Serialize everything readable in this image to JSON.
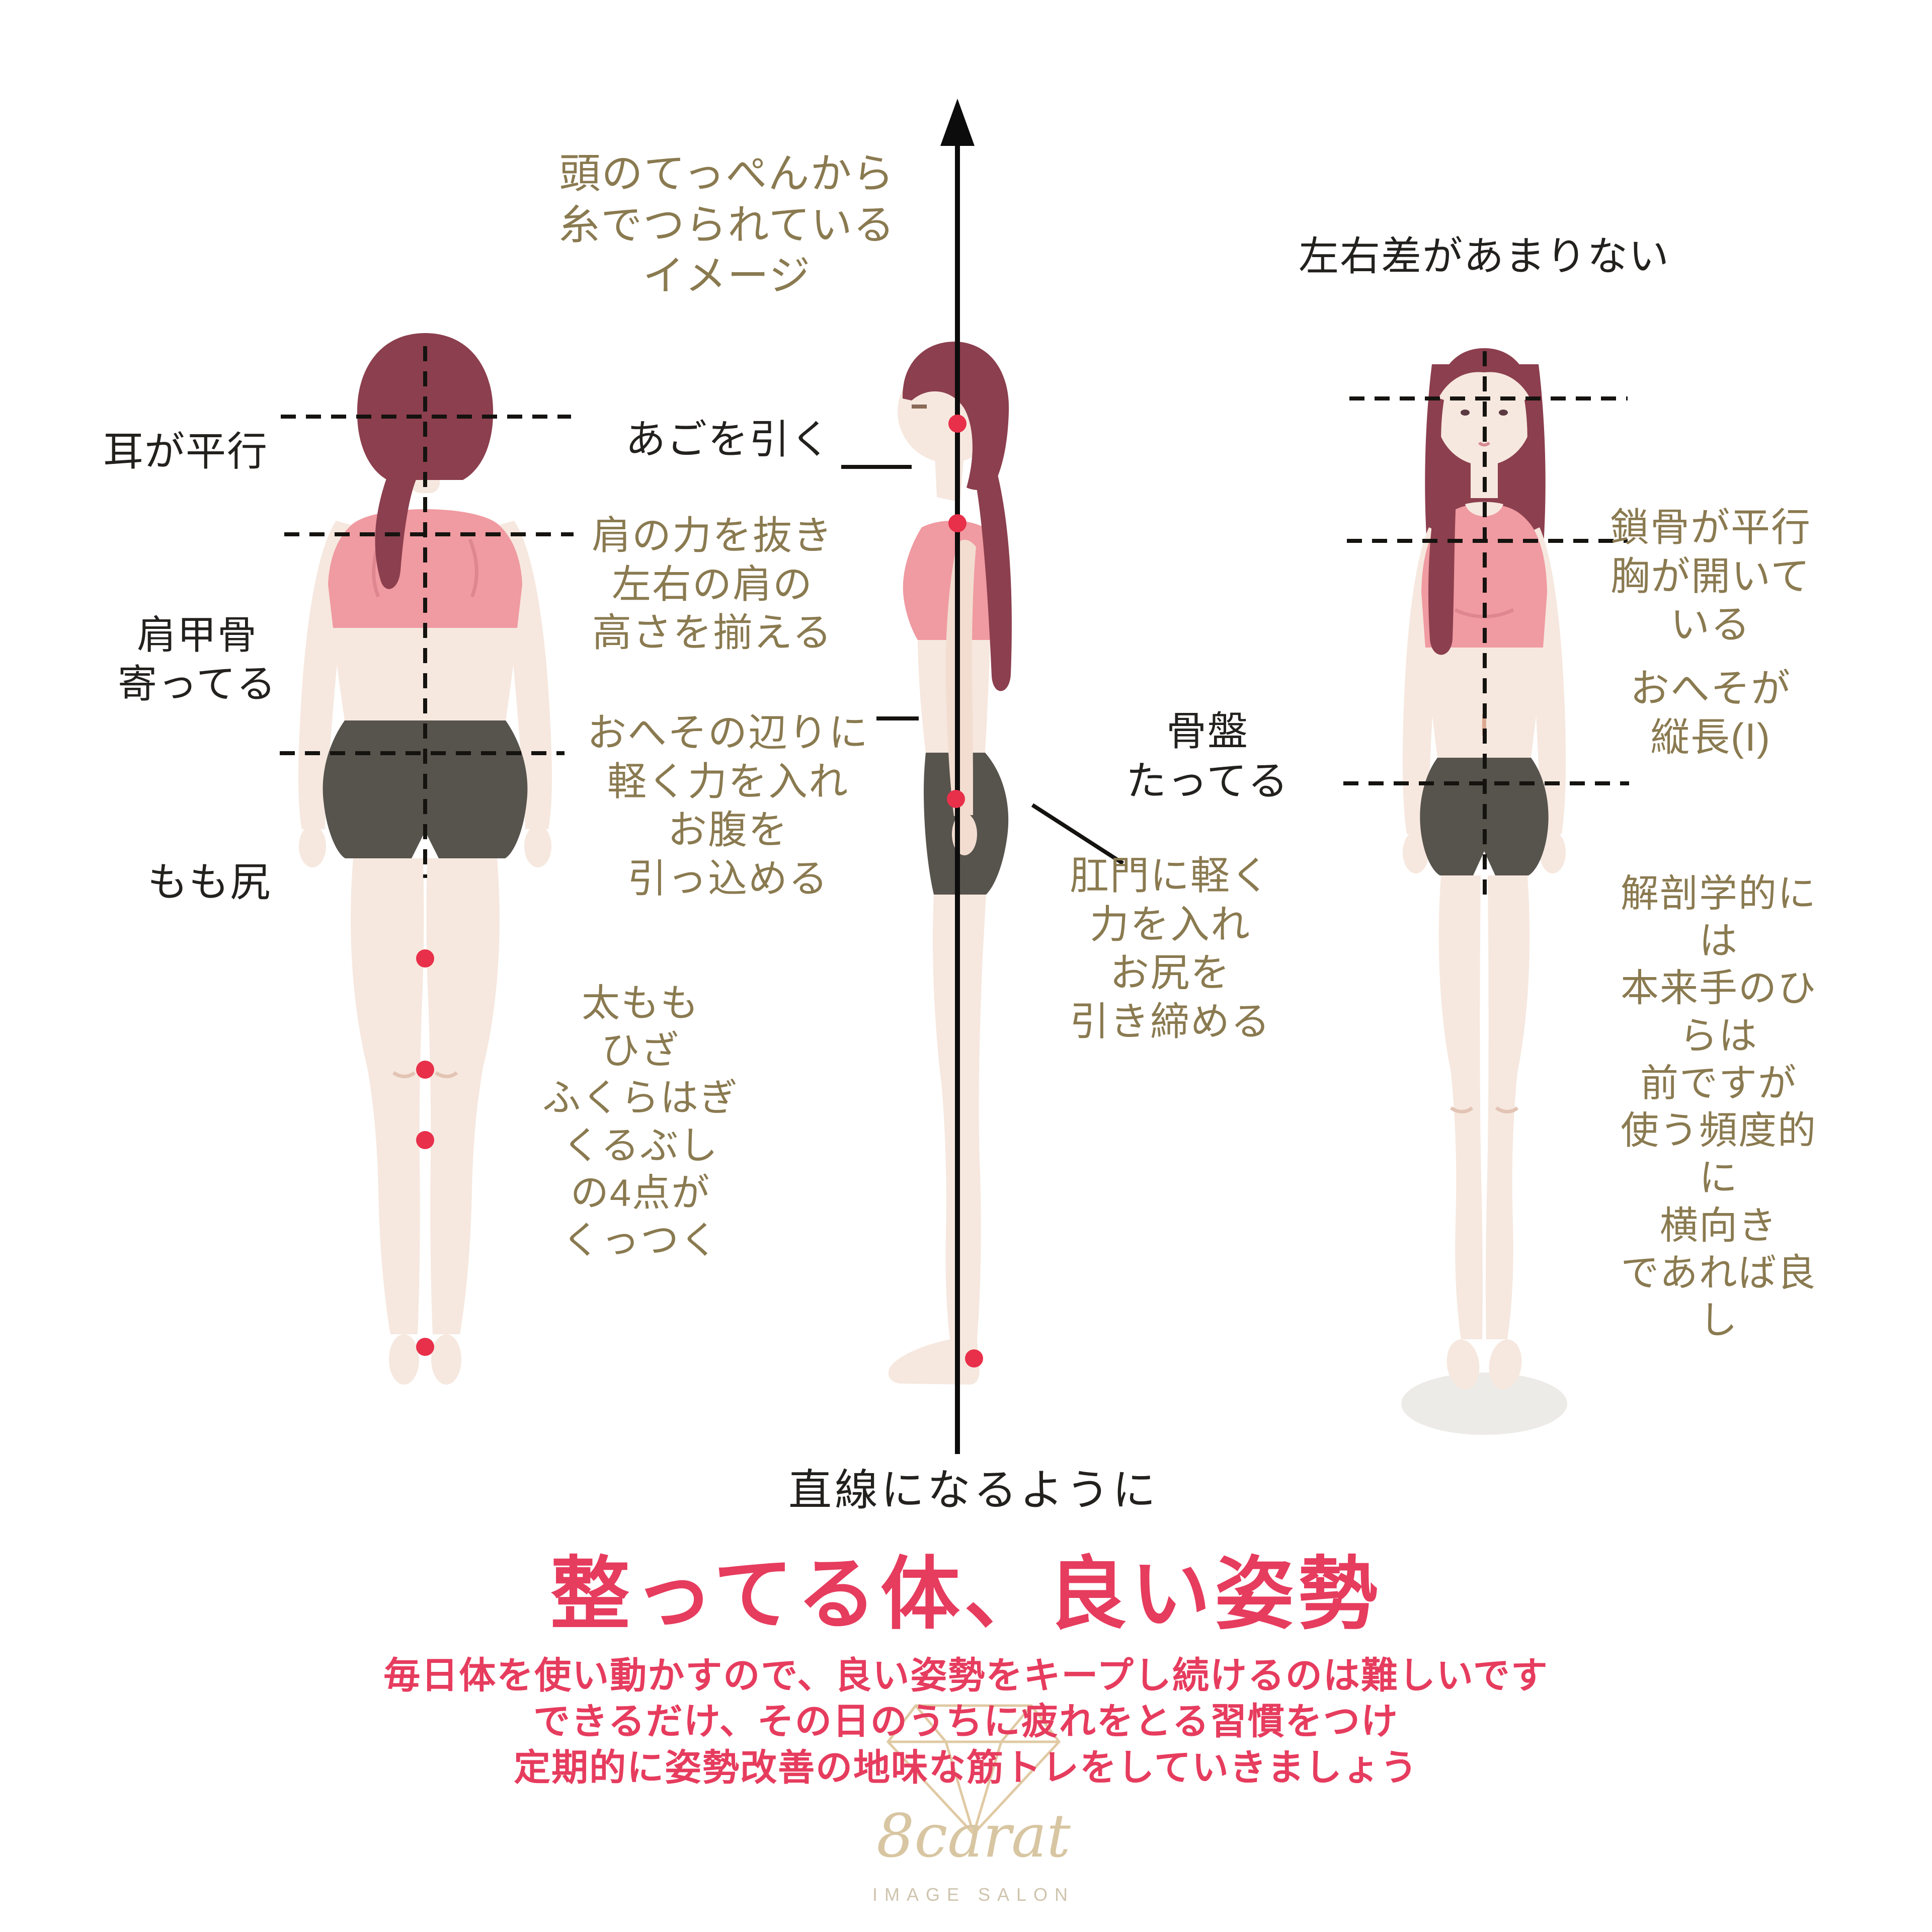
{
  "colors": {
    "annotation_gold": "#8a7a50",
    "annotation_dark": "#23211e",
    "accent_red": "#e63c5e",
    "dot_red": "#e8304a",
    "hair": "#8c3f4e",
    "top_pink": "#f09aa1",
    "shorts_gray": "#57534d",
    "skin": "#f6e8df",
    "watermark_gold": "#d8c6a2"
  },
  "annotations": {
    "head_thread": "頭のてっぺんから\n糸でつられている\nイメージ",
    "symmetry": "左右差があまりない",
    "ears_parallel": "耳が平行",
    "chin_tuck": "あごを引く",
    "shoulders_relax": "肩の力を抜き\n左右の肩の\n高さを揃える",
    "shoulder_blades": "肩甲骨\n寄ってる",
    "navel_core": "おへその辺りに\n軽く力を入れ\nお腹を\n引っ込める",
    "pelvis_upright": "骨盤\nたってる",
    "glutes": "肛門に軽く\n力を入れ\nお尻を\n引き締める",
    "thigh_hip": "もも尻",
    "four_points": "太もも\nひざ\nふくらはぎ\nくるぶし\nの4点が\nくっつく",
    "collarbone": "鎖骨が平行\n胸が開いている",
    "navel_vertical": "おへそが\n縦長(I)",
    "palms_note": "解剖学的には\n本来手のひらは\n前ですが\n使う頻度的に\n横向き\nであれば良し",
    "straight_line": "直線になるように"
  },
  "footer": {
    "title": "整ってる体、良い姿勢",
    "body_text": "毎日体を使い動かすので、良い姿勢をキープし続けるのは難しいです\nできるだけ、その日のうちに疲れをとる習慣をつけ\n定期的に姿勢改善の地味な筋トレをしていきましょう"
  },
  "watermark": {
    "brand": "8carat",
    "tagline": "IMAGE SALON"
  }
}
